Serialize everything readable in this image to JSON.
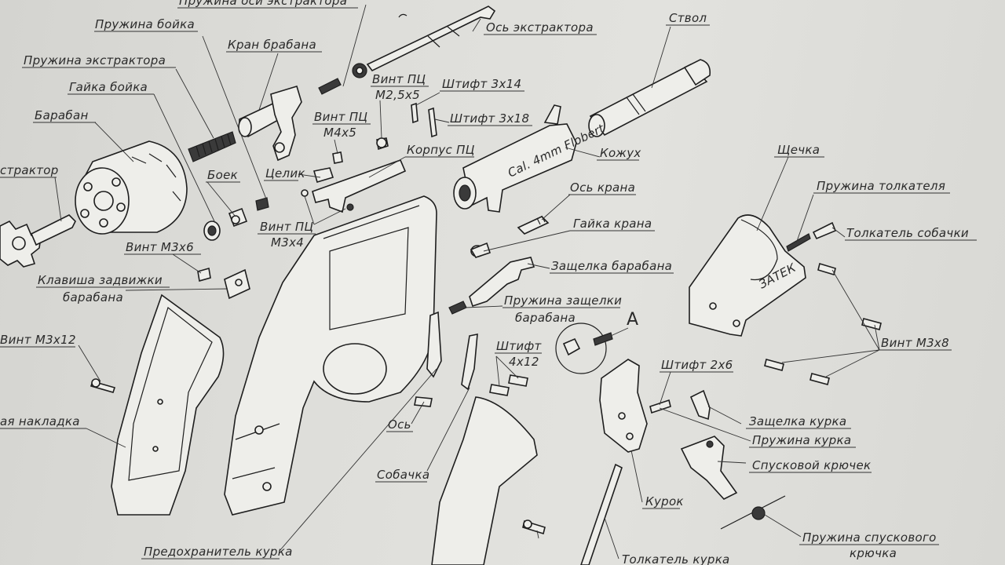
{
  "labels": {
    "pruzhina_osi_ekstraktora": "Пружина оси экстрактора",
    "pruzhina_boyka": "Пружина бойка",
    "kran_barabana": "Кран брабана",
    "os_ekstraktora": "Ось экстрактора",
    "stvol": "Ствол",
    "pruzhina_ekstraktora": "Пружина экстрактора",
    "gayka_boyka": "Гайка бойка",
    "vint_pc_m25_line1": "Винт ПЦ",
    "vint_pc_m25_line2": "М2,5х5",
    "shtift_3x14": "Штифт 3х14",
    "shtift_3x18": "Штифт 3х18",
    "baraban": "Барабан",
    "vint_pc_m4_line1": "Винт ПЦ",
    "vint_pc_m4_line2": "М4х5",
    "korpus_pc": "Корпус ПЦ",
    "kozhukh": "Кожух",
    "shchechka": "Щечка",
    "ekstraktor": "страктор",
    "celik": "Целик",
    "boek": "Боек",
    "os_krana": "Ось крана",
    "pruzhina_tolkatelya": "Пружина толкателя",
    "vint_pc_m3_line1": "Винт ПЦ",
    "vint_pc_m3_line2": "М3х4",
    "gayka_krana": "Гайка крана",
    "tolkatel_sobachki": "Толкатель собачки",
    "vint_m3x6": "Винт М3х6",
    "zashchelka_barabana": "Защелка барабана",
    "klavisha_line1": "Клавиша задвижки",
    "klavisha_line2": "барабана",
    "pruzhina_zashchelki_line1": "Пружина защелки",
    "pruzhina_zashchelki_line2": "барабана",
    "detail_a": "А",
    "vint_m3x12": "Винт М3х12",
    "vint_m3x8": "Винт М3х8",
    "shtift_4x12_line1": "Штифт",
    "shtift_4x12_line2": "4х12",
    "shtift_2x6": "Штифт 2х6",
    "nakladka": "ая накладка",
    "os": "Ось",
    "zashchelka_kurka": "Защелка курка",
    "pruzhina_kurka": "Пружина курка",
    "sobachka": "Собачка",
    "spuskovoy_kryuchek": "Спусковой крючек",
    "kurok": "Курок",
    "predokhranitel_kurka": "Предохранитель курка",
    "pruzhina_spuskovogo_line1": "Пружина спускового",
    "pruzhina_spuskovogo_line2": "крючка",
    "tolkatel_kurka": "Толкатель курка",
    "kozhukh_engraving": "Cal. 4mm Flobert",
    "shchechka_engraving": "ЗАТЕК"
  },
  "colors": {
    "paper": "#dedeDA",
    "ink": "#1e1e1e"
  }
}
